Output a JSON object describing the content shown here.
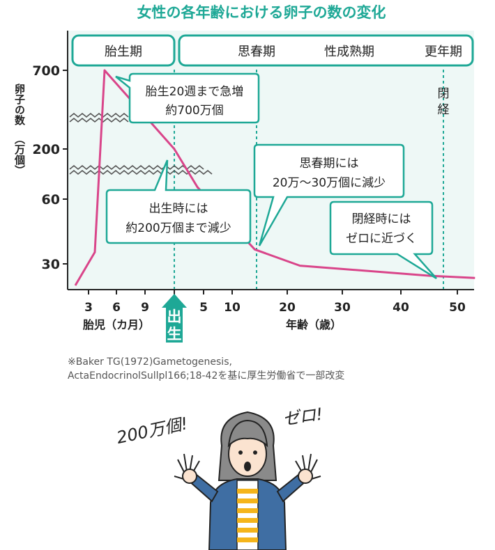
{
  "title": "女性の各年齢における卵子の数の変化",
  "colors": {
    "accent": "#1ea896",
    "line": "#d9458a",
    "plot_bg": "#eef8f6",
    "text": "#222222",
    "note": "#555555",
    "jacket": "#3f6ea3",
    "shirt_stripe": "#f5b51b"
  },
  "y_label_parts": [
    "卵子の数",
    "（万個）"
  ],
  "phases": {
    "fetal": "胎生期",
    "puberty": "思春期",
    "mature": "性成熟期",
    "menopause_phase": "更年期"
  },
  "menopause_label": [
    "閉",
    "経"
  ],
  "birth_label": [
    "出",
    "生"
  ],
  "callouts": {
    "fetal_peak": [
      "胎生20週まで急増",
      "約700万個"
    ],
    "at_birth": [
      "出生時には",
      "約200万個まで減少"
    ],
    "puberty": [
      "思春期には",
      "20万〜30万個に減少"
    ],
    "menopause": [
      "閉経時には",
      "ゼロに近づく"
    ]
  },
  "x_labels": {
    "fetal": "胎児（カ月）",
    "age": "年齢（歳）"
  },
  "source_note": [
    "※Baker TG(1972)Gametogenesis,",
    "ActaEndocrinolSullpl166;18-42を基に厚生労働省で一部改変"
  ],
  "illustration_text": {
    "left": "200万個!",
    "right": "ゼロ!"
  },
  "chart_data": {
    "type": "line",
    "title": "女性の各年齢における卵子の数の変化",
    "ylabel": "卵子の数（万個）",
    "y_axis_breaks": true,
    "grid": false,
    "y_ticks": [
      700,
      200,
      60,
      30
    ],
    "x_ticks_fetal_months": [
      3,
      6,
      9
    ],
    "x_ticks_age_years": [
      5,
      10,
      20,
      30,
      40,
      50
    ],
    "series": [
      {
        "points": [
          {
            "x": "fetal_month_2",
            "y": 20
          },
          {
            "x": "fetal_month_4",
            "y": 34
          },
          {
            "x": "fetal_month_5",
            "y": 700
          },
          {
            "x": "age_0",
            "y": 200
          },
          {
            "x": "age_4",
            "y": 80
          },
          {
            "x": "age_14",
            "y": 35
          },
          {
            "x": "age_22",
            "y": 29
          },
          {
            "x": "age_45",
            "y": 24
          },
          {
            "x": "age_53",
            "y": 23
          }
        ]
      }
    ],
    "markers": [
      {
        "x": "age_0",
        "label": "出生"
      },
      {
        "x": "age_14",
        "label": "思春期"
      },
      {
        "x": "age_47",
        "label": "閉経"
      }
    ]
  }
}
